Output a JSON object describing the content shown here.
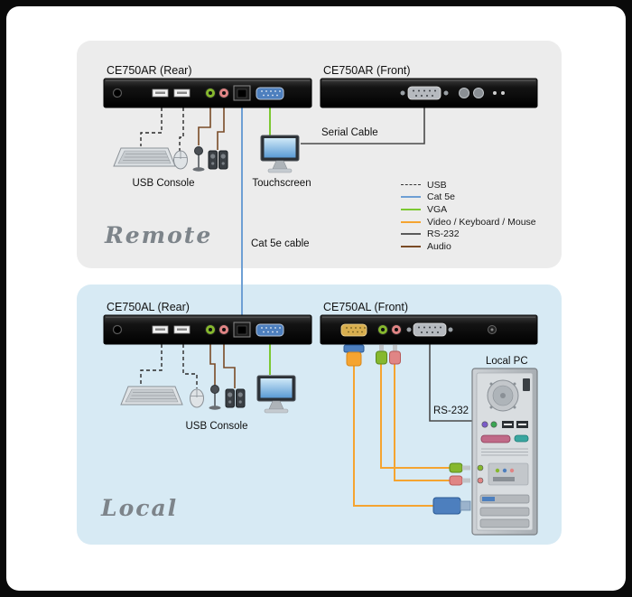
{
  "remote": {
    "rear_device_label": "CE750AR (Rear)",
    "front_device_label": "CE750AR (Front)",
    "usb_console_label": "USB Console",
    "touchscreen_label": "Touchscreen",
    "serial_cable_label": "Serial Cable",
    "cat5e_cable_label": "Cat 5e cable",
    "section_title": "Remote"
  },
  "legend": {
    "items": [
      {
        "label": "USB",
        "line_style": "dashed",
        "color": "#333333"
      },
      {
        "label": "Cat 5e",
        "line_style": "solid",
        "color": "#6d9fd4"
      },
      {
        "label": "VGA",
        "line_style": "solid",
        "color": "#7cc832"
      },
      {
        "label": "Video / Keyboard / Mouse",
        "line_style": "solid",
        "color": "#f5a430"
      },
      {
        "label": "RS-232",
        "line_style": "solid",
        "color": "#5a5a5a"
      },
      {
        "label": "Audio",
        "line_style": "solid",
        "color": "#7a4b26"
      }
    ]
  },
  "local": {
    "rear_device_label": "CE750AL (Rear)",
    "front_device_label": "CE750AL (Front)",
    "usb_console_label": "USB Console",
    "local_pc_label": "Local PC",
    "rs232_label": "RS-232",
    "section_title": "Local"
  }
}
